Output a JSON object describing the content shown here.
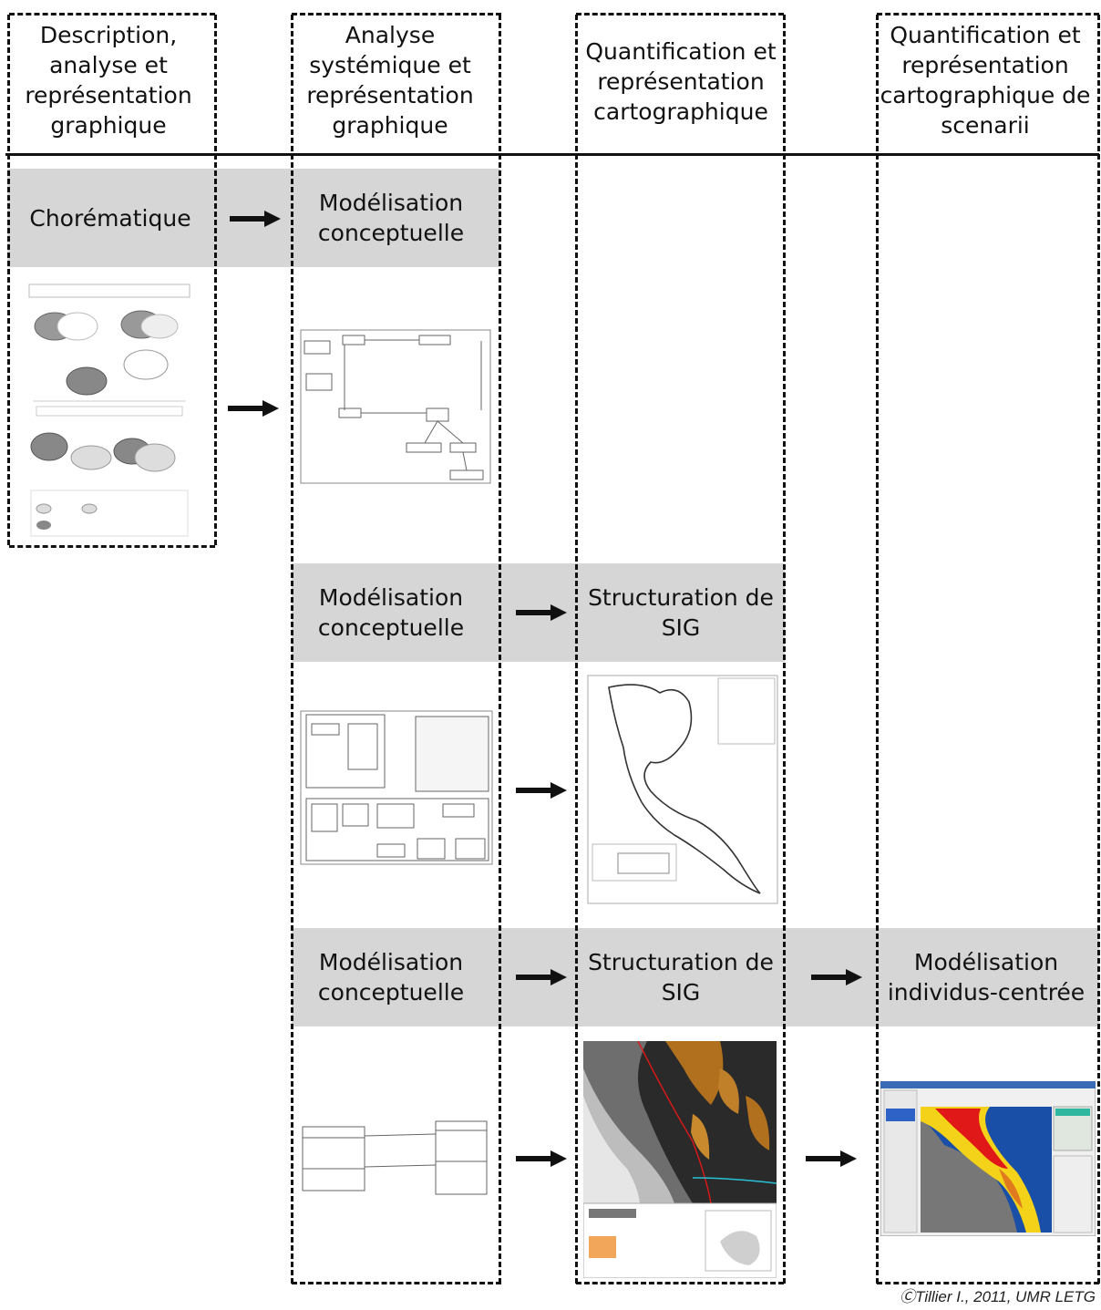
{
  "headers": {
    "col1": "Description, analyse et représentation graphique",
    "col2": "Analyse systémique et représentation graphique",
    "col3": "Quantification et représentation cartographique",
    "col4": "Quantification et représentation cartographique de scenarii"
  },
  "row1": {
    "step1": "Chorématique",
    "step2": "Modélisation conceptuelle"
  },
  "row2": {
    "step1": "Modélisation conceptuelle",
    "step2": "Structuration de SIG"
  },
  "row3": {
    "step1": "Modélisation conceptuelle",
    "step2": "Structuration de SIG",
    "step3": "Modélisation individus-centrée"
  },
  "credit": "ⒸTillier I., 2011, UMR LETG",
  "colors": {
    "band": "#d6d6d6",
    "line": "#111111",
    "map_orange": "#e07a1f",
    "map_yellow": "#f4d21a",
    "map_red": "#e01818",
    "map_blue": "#1a4fa8"
  }
}
